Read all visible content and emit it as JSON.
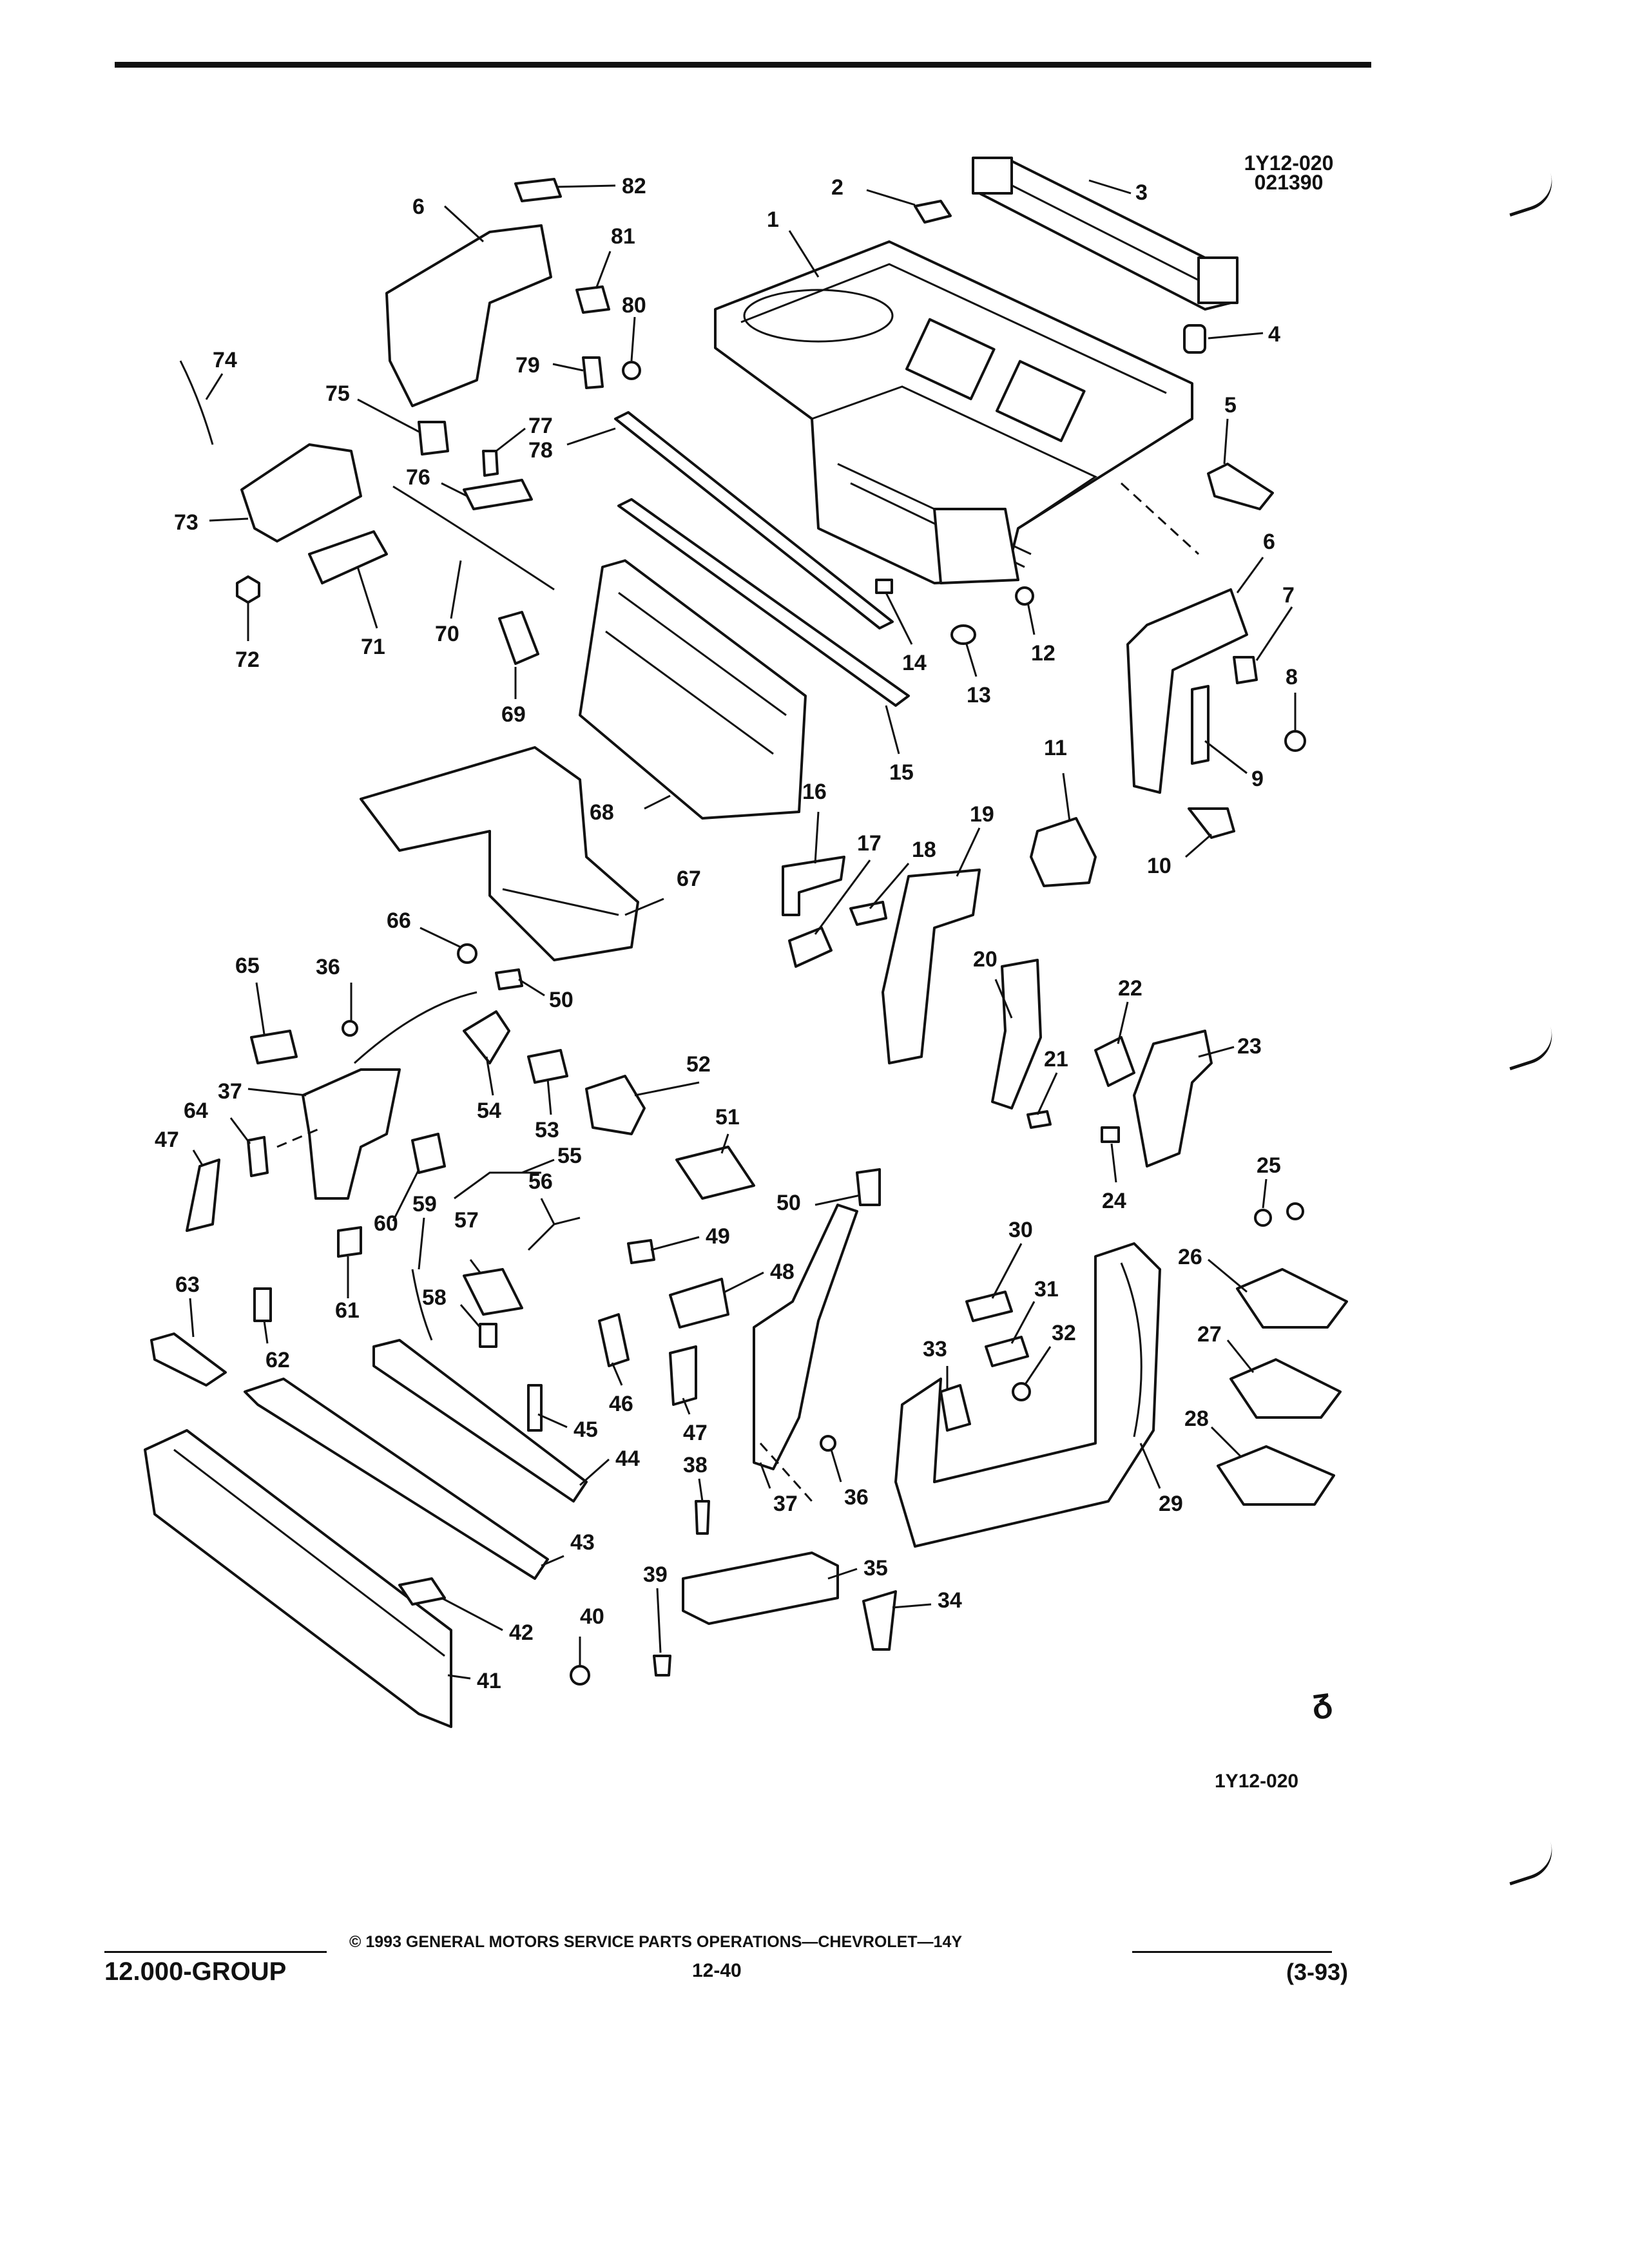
{
  "header": {
    "diagram_id": "1Y12-020",
    "diagram_code": "021390"
  },
  "callouts": [
    "1",
    "2",
    "3",
    "4",
    "5",
    "6",
    "7",
    "8",
    "9",
    "10",
    "11",
    "12",
    "13",
    "14",
    "15",
    "16",
    "17",
    "18",
    "19",
    "20",
    "21",
    "22",
    "23",
    "24",
    "25",
    "26",
    "27",
    "28",
    "29",
    "30",
    "31",
    "32",
    "33",
    "34",
    "35",
    "36",
    "37",
    "38",
    "39",
    "40",
    "41",
    "42",
    "43",
    "44",
    "45",
    "46",
    "47",
    "48",
    "49",
    "50",
    "51",
    "52",
    "53",
    "54",
    "55",
    "56",
    "57",
    "58",
    "59",
    "60",
    "61",
    "62",
    "63",
    "64",
    "65",
    "66",
    "67",
    "68",
    "69",
    "70",
    "71",
    "72",
    "73",
    "74",
    "75",
    "76",
    "77",
    "78",
    "79",
    "80",
    "81",
    "82"
  ],
  "figure_id_bottom": "1Y12-020",
  "brand_mark": "ᵹ",
  "footer": {
    "copyright": "© 1993 GENERAL MOTORS SERVICE PARTS OPERATIONS—CHEVROLET—14Y",
    "group": "12.000-GROUP",
    "page": "12-40",
    "date": "(3-93)"
  }
}
